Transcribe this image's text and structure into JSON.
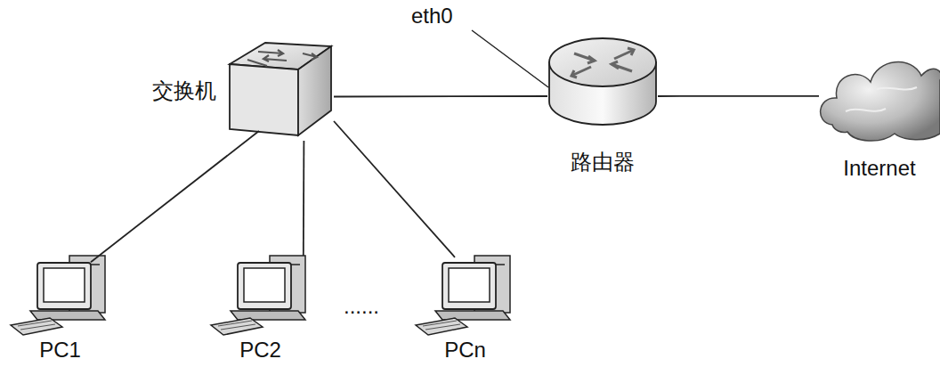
{
  "diagram": {
    "nodes": [
      {
        "text": [
          "交换机"
        ]
      },
      {
        "text": [
          "路由器"
        ]
      },
      {
        "text": [
          "Internet"
        ]
      },
      {
        "text": [
          "PC1"
        ]
      },
      {
        "text": [
          "PC2"
        ]
      },
      {
        "text": [
          "PCn"
        ]
      }
    ],
    "edges": [
      {
        "from": 0,
        "to": 1,
        "arrow": "none"
      },
      {
        "from": 1,
        "to": 2,
        "arrow": "none"
      },
      {
        "from": 0,
        "to": 3,
        "arrow": "none"
      },
      {
        "from": 0,
        "to": 4,
        "arrow": "none"
      },
      {
        "from": 0,
        "to": 5,
        "arrow": "none"
      }
    ],
    "labels": [
      "eth0",
      "......"
    ]
  }
}
